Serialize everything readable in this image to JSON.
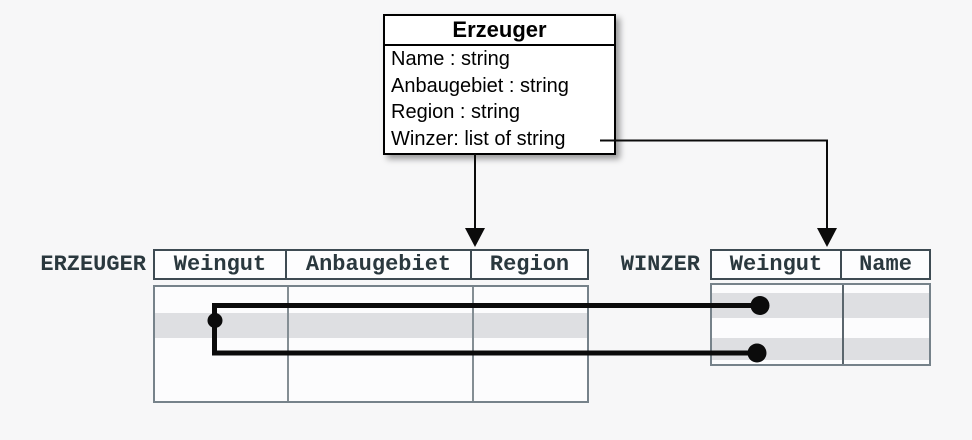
{
  "class_box": {
    "title": "Erzeuger",
    "attributes": [
      "Name : string",
      "Anbaugebiet : string",
      "Region : string",
      "Winzer: list of string"
    ]
  },
  "tables": {
    "erzeuger": {
      "label": "ERZEUGER",
      "columns": [
        "Weingut",
        "Anbaugebiet",
        "Region"
      ],
      "shaded_empty_rows": 1
    },
    "winzer": {
      "label": "WINZER",
      "columns": [
        "Weingut",
        "Name"
      ],
      "shaded_empty_rows": 2
    }
  },
  "links": {
    "arrows_from_class_box": 2,
    "row_link_dots": 3,
    "description_visible_only_as_shapes": "class box points to both tables; one ERZEUGER row linked to two WINZER rows"
  },
  "colors": {
    "background": "#f7f7f8",
    "class_box_border": "#000000",
    "header_border": "#3e4b53",
    "body_border": "#76828a",
    "table_text": "#2a383e",
    "row_highlight": "#dedfe2",
    "connector": "#0b0b0b"
  }
}
